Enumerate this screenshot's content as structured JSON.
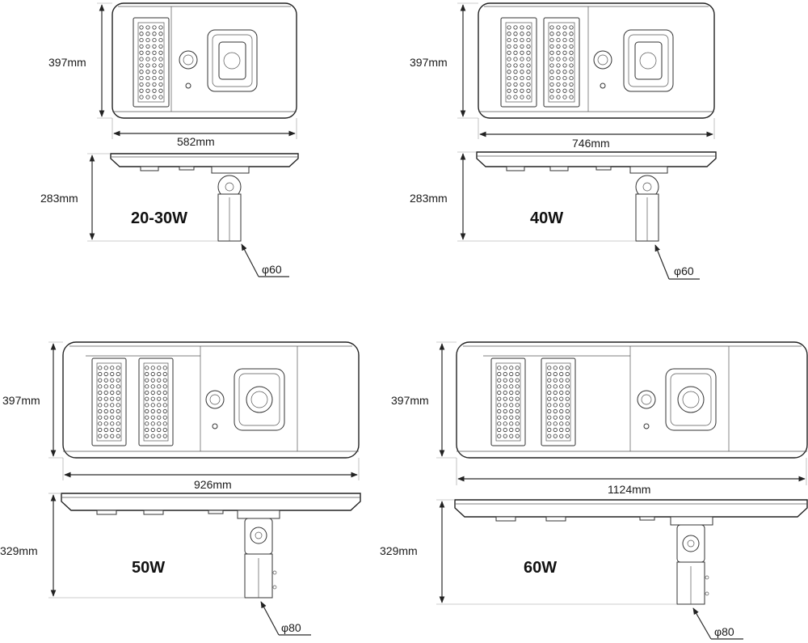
{
  "drawings": [
    {
      "id": "d1",
      "wattage": "20-30W",
      "width_dim": "582mm",
      "height_dim": "397mm",
      "side_height_dim": "283mm",
      "pole_dim": "φ60",
      "modules": 1
    },
    {
      "id": "d2",
      "wattage": "40W",
      "width_dim": "746mm",
      "height_dim": "397mm",
      "side_height_dim": "283mm",
      "pole_dim": "φ60",
      "modules": 2
    },
    {
      "id": "d3",
      "wattage": "50W",
      "width_dim": "926mm",
      "height_dim": "397mm",
      "side_height_dim": "329mm",
      "pole_dim": "φ80",
      "modules": 2
    },
    {
      "id": "d4",
      "wattage": "60W",
      "width_dim": "1124mm",
      "height_dim": "397mm",
      "side_height_dim": "329mm",
      "pole_dim": "φ80",
      "modules": 2
    }
  ]
}
